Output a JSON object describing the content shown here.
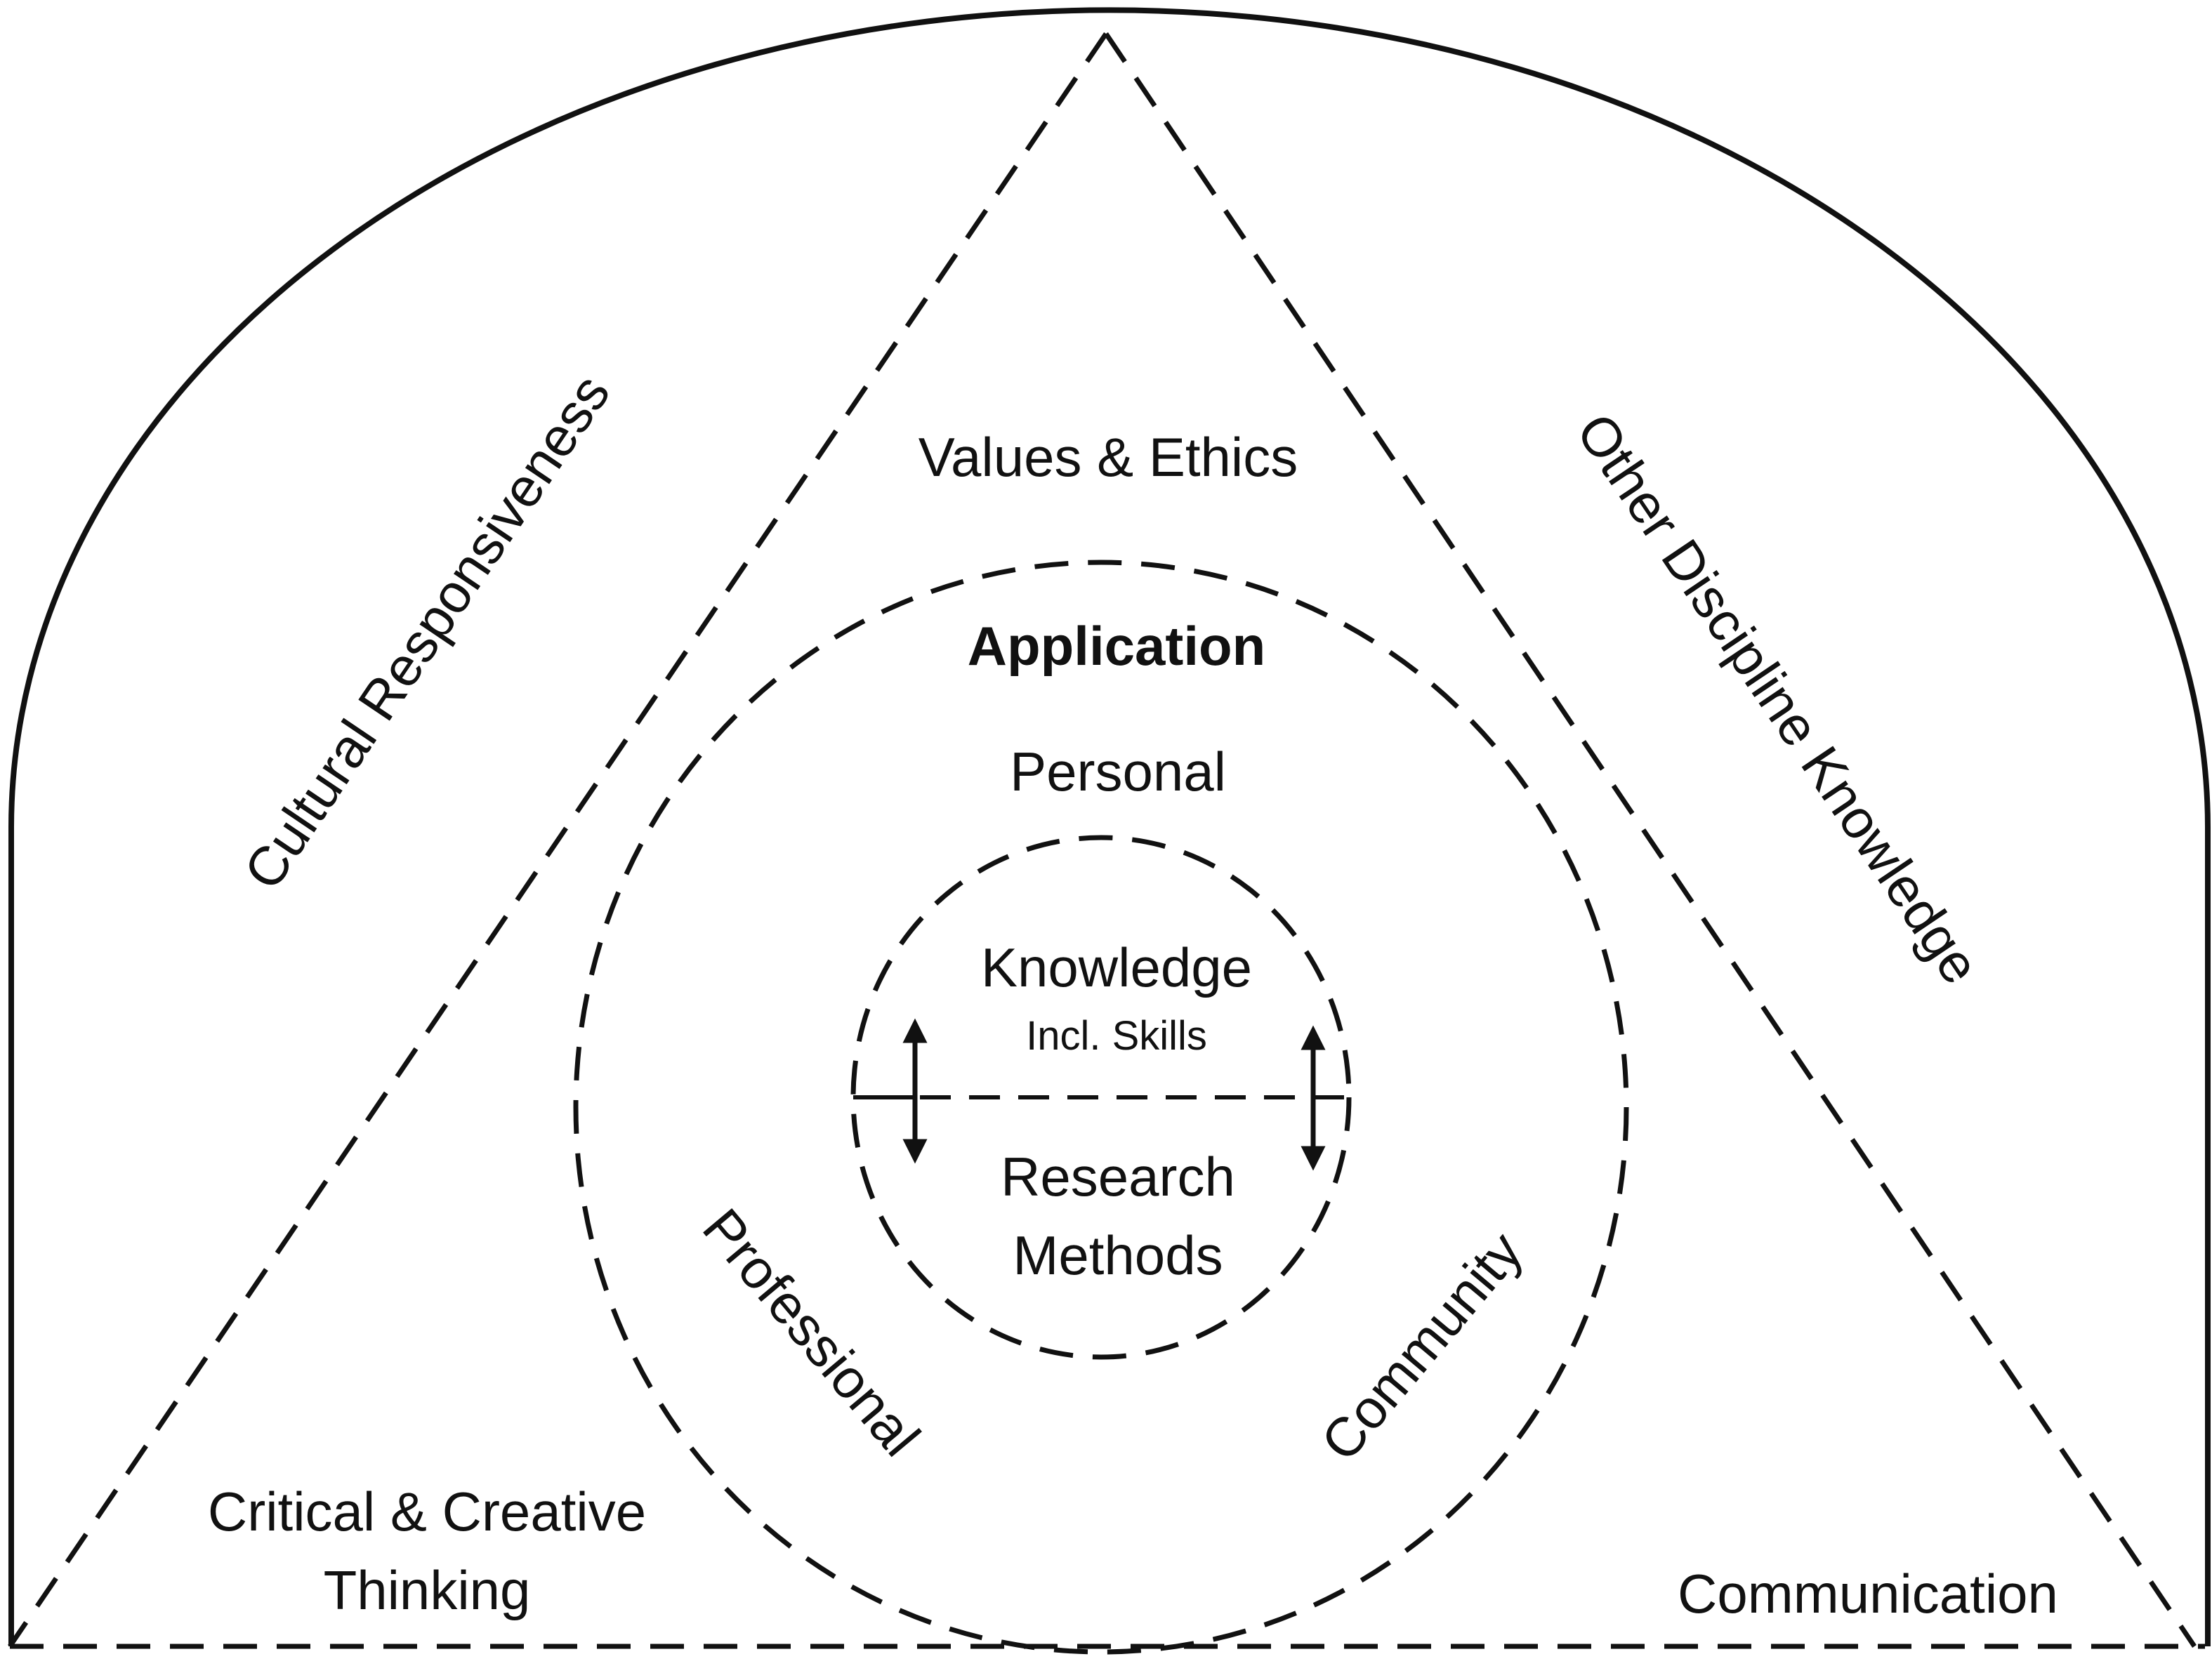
{
  "outer_labels": {
    "left_arc": "Cultural Responsiveness",
    "right_arc": "Other Discipline Knowledge"
  },
  "triangle_labels": {
    "top": "Values & Ethics",
    "bottom_left_line1": "Critical & Creative",
    "bottom_left_line2": "Thinking",
    "bottom_right": "Communication"
  },
  "application_circle": {
    "title": "Application",
    "top": "Personal",
    "left": "Professional",
    "right": "Community"
  },
  "core_circle": {
    "upper_main": "Knowledge",
    "upper_sub": "Incl. Skills",
    "lower_line1": "Research",
    "lower_line2": "Methods"
  }
}
